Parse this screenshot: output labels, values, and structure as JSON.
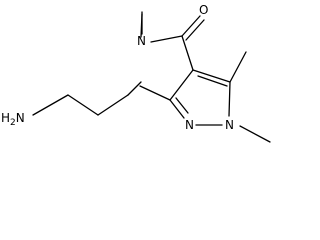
{
  "molecule": {
    "atoms": {
      "carbonyl_oxygen": "O",
      "amide_nitrogen": "N",
      "pyrazole_n1": "N",
      "pyrazole_n2": "N",
      "amine_h": "H",
      "amine_h_count": "2",
      "amine_n": "N"
    }
  },
  "colors": {
    "bond": "#000000",
    "label": "#000000",
    "background": "#ffffff"
  }
}
